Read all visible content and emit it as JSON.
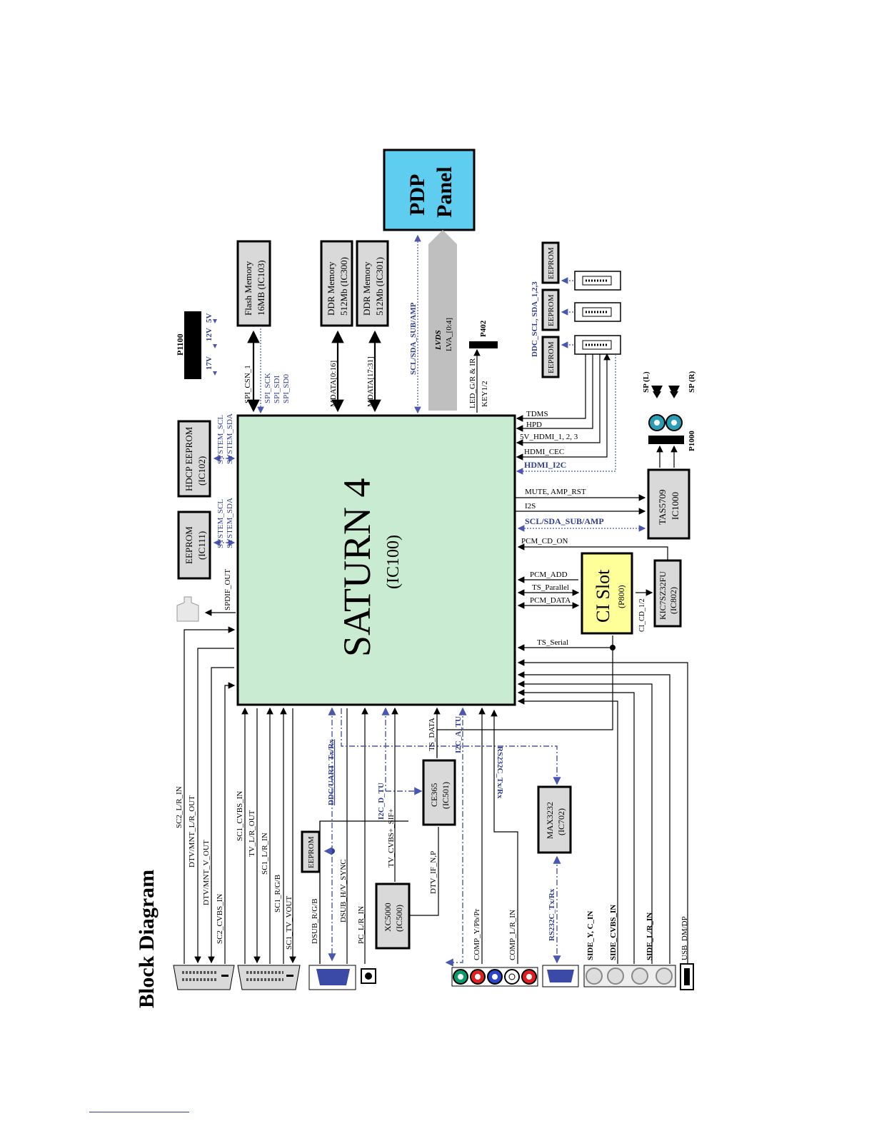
{
  "title": "Block Diagram",
  "main_chip": {
    "name": "SATURN 4",
    "ref": "(IC100)",
    "color": "#c9ebd2"
  },
  "pdp_panel": {
    "line1": "PDP",
    "line2": "Panel",
    "color": "#5fcdef"
  },
  "lvds": {
    "title": "LVDS",
    "signal": "LVA_[0:4]"
  },
  "ci_slot": {
    "name": "CI Slot",
    "ref": "(P800)",
    "color": "#ffff99"
  },
  "top_boxes": {
    "flash": {
      "line1": "Flash Memory",
      "line2": "16MB (IC103)"
    },
    "ddr1": {
      "line1": "DDR Memory",
      "line2": "512Mb (IC300)"
    },
    "ddr2": {
      "line1": "DDR Memory",
      "line2": "512Mb (IC301)"
    },
    "hdcp": {
      "line1": "HDCP EEPROM",
      "line2": "(IC102)"
    },
    "eeprom111": {
      "line1": "EEPROM",
      "line2": "(IC111)"
    }
  },
  "right_boxes": {
    "tas": {
      "line1": "TAS5709",
      "line2": "IC1000"
    },
    "kic": {
      "line1": "KIC7SZ32FU",
      "line2": "(IC802)"
    },
    "eeproms": [
      "EEPROM",
      "EEPROM",
      "EEPROM"
    ]
  },
  "bottom_boxes": {
    "ce365": {
      "line1": "CE365",
      "line2": "(IC501)"
    },
    "max3232": {
      "line1": "MAX3232",
      "line2": "(IC702)"
    },
    "xc5000": {
      "line1": "XC5000",
      "line2": "(IC500)"
    },
    "eeprom": "EEPROM"
  },
  "power": {
    "connector": "P1100",
    "rails": [
      "17V",
      "12V",
      "5V"
    ]
  },
  "connectors": {
    "p402": "P402",
    "p1000": "P1000",
    "sp_l": "SP (L)",
    "sp_r": "SP (R)"
  },
  "top_signals": {
    "spi_csn": "SPI_CSN_1",
    "spi_group": [
      "SPI_SCK",
      "SPI_SDI",
      "SPI_SD0"
    ],
    "mdata1": "MDATA[0:16]",
    "mdata2": "MDATA[17:31]",
    "scl_sub_amp": "SCL/SDA_SUB/AMP",
    "led": "LED_G/R & IR",
    "key": "KEY1/2",
    "system_hdcp": [
      "SYSTEM_SCL",
      "SYSTEM_SDA"
    ],
    "system_eeprom": [
      "SYSTEM_SCL",
      "SYSTEM_SDA"
    ],
    "spdif": "SPDIF_OUT",
    "ddc": "DDC_SCL, SDA_1,2,3"
  },
  "right_signals": {
    "tdms": "TDMS",
    "hpd": "HPD",
    "hdmi5v": "5V_HDMI_1, 2, 3",
    "cec": "HDMI_CEC",
    "hdmi_i2c": "HDMI_I2C",
    "mute": "MUTE, AMP_RST",
    "i2s": "I2S",
    "scl_amp": "SCL/SDA_SUB/AMP",
    "pcm_cd_on": "PCM_CD_ON",
    "pcm_add": "PCM_ADD",
    "ts_parallel": "TS_Parallel",
    "pcm_data": "PCM_DATA",
    "ci_cd": "CI_CD_1/2",
    "ts_serial": "TS_Serial"
  },
  "bottom_signals": {
    "sc2_lr_in": "SC2_L/R_IN",
    "dtv_mnt_lr": "DTV/MNT_L/R_OUT",
    "dtv_mnt_v": "DTV/MNT_V_OUT",
    "sc2_cvbs": "SC2_CVBS_IN",
    "sc1_cvbs": "SC1_CVBS_IN",
    "tv_lr_out": "TV_L/R_OUT",
    "sc1_lr_in": "SC1_L/R_IN",
    "sc1_rgb": "SC1_R/G/B",
    "sc1_tv_vout": "SC1_TV_VOUT",
    "dsub_rgb": "DSUB_R/G/B",
    "ddc_uart": "DDC/UART_Tx/Rx",
    "dsub_hv": "DSUB_H/V_SYNC",
    "pc_lr": "PC_L/R_IN",
    "i2c_d_tu": "I2C_D_TU",
    "tv_cvbs": "TV_CVBS+_SIF+",
    "dtv_if": "DTV_IF_N,P",
    "ts_data": "TS_DATA",
    "i2c_a_tu": "I2C_A_TU",
    "rs232_top": "RS232C_Tx/Rx",
    "rs232_bot": "RS232C_Tx/Rx",
    "comp_ypbpr": "COMP_Y/Pb/Pr",
    "comp_lr": "COMP_L/R_IN",
    "side_yc": "SIDE_Y, C_IN",
    "side_cvbs": "SIDE_CVBS_IN",
    "side_lr": "SIDE_L/R_IN",
    "usb": "USB_DM/DP"
  }
}
